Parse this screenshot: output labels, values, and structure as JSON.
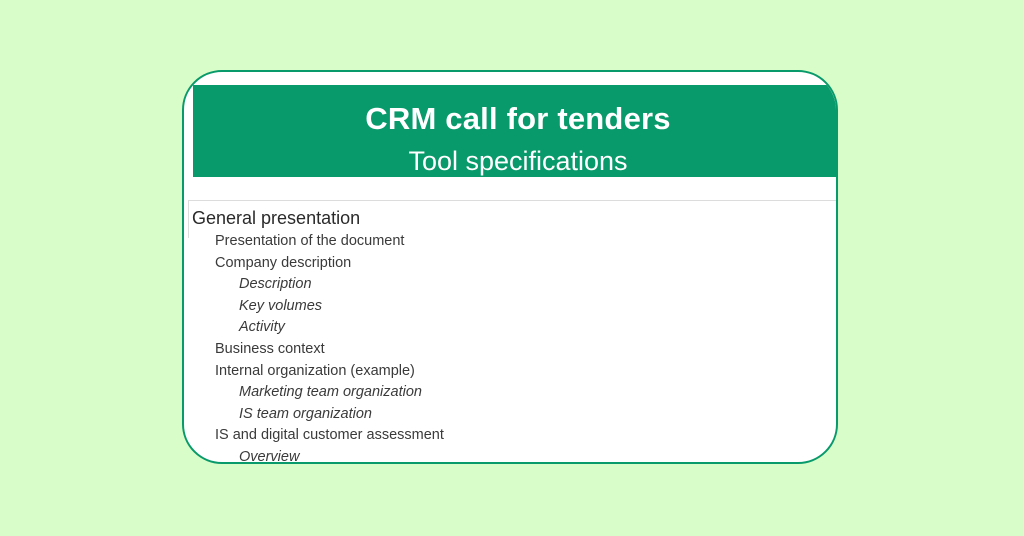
{
  "header": {
    "title": "CRM call for tenders",
    "subtitle": "Tool specifications"
  },
  "toc": {
    "heading": "General presentation",
    "items": [
      {
        "label": "Presentation of the document",
        "level": 1
      },
      {
        "label": "Company description",
        "level": 1
      },
      {
        "label": "Description",
        "level": 2
      },
      {
        "label": "Key volumes",
        "level": 2
      },
      {
        "label": "Activity",
        "level": 2
      },
      {
        "label": "Business context",
        "level": 1
      },
      {
        "label": "Internal organization (example)",
        "level": 1
      },
      {
        "label": "Marketing team organization",
        "level": 2
      },
      {
        "label": "IS team organization",
        "level": 2
      },
      {
        "label": "IS and digital customer assessment",
        "level": 1
      },
      {
        "label": "Overview",
        "level": 2
      }
    ]
  },
  "colors": {
    "page_background": "#d9fdc8",
    "accent": "#089a6a",
    "card_background": "#ffffff"
  }
}
